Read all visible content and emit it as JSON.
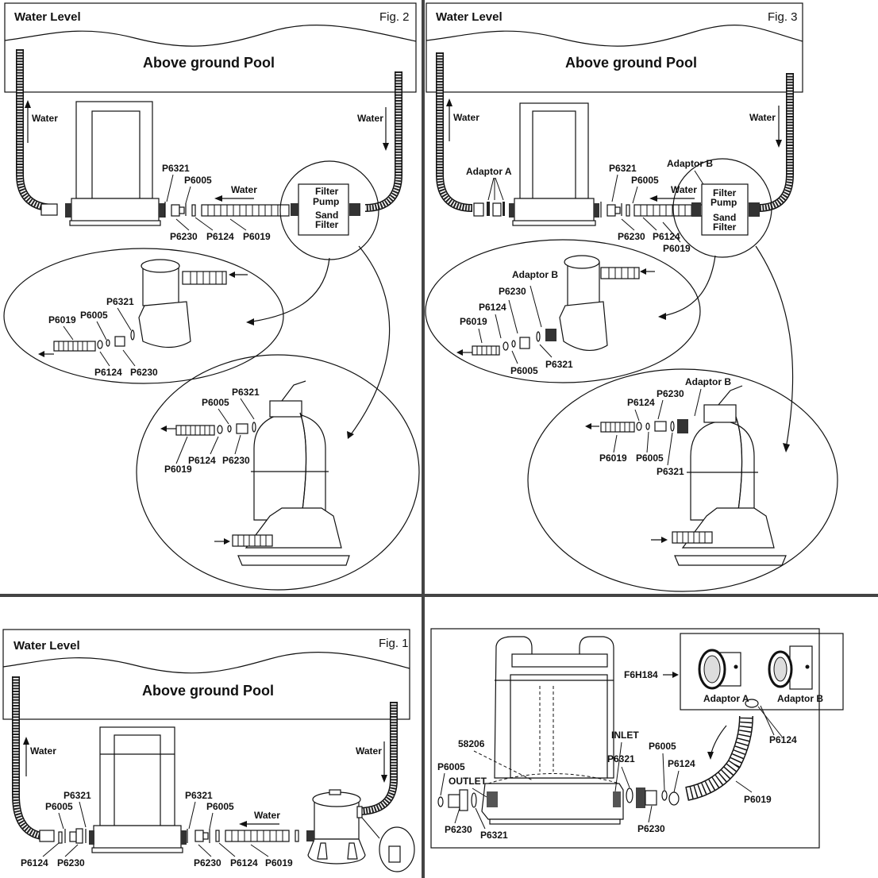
{
  "figures": {
    "fig2": {
      "water_level": "Water Level",
      "fig_label": "Fig. 2",
      "pool_label": "Above ground Pool",
      "water_left": "Water",
      "water_right": "Water",
      "water_mid": "Water",
      "box_lines": [
        "Filter",
        "Pump",
        "Sand",
        "Filter"
      ],
      "parts_main": {
        "p6321": "P6321",
        "p6005": "P6005",
        "p6230": "P6230",
        "p6124": "P6124",
        "p6019": "P6019"
      },
      "inset_pump": {
        "p6321": "P6321",
        "p6005": "P6005",
        "p6019": "P6019",
        "p6124": "P6124",
        "p6230": "P6230"
      },
      "inset_sand": {
        "p6321": "P6321",
        "p6005": "P6005",
        "p6124": "P6124",
        "p6230": "P6230",
        "p6019": "P6019"
      }
    },
    "fig3": {
      "water_level": "Water Level",
      "fig_label": "Fig. 3",
      "pool_label": "Above ground Pool",
      "water_left": "Water",
      "water_right": "Water",
      "water_mid": "Water",
      "box_lines": [
        "Filter",
        "Pump",
        "Sand",
        "Filter"
      ],
      "adaptor_a": "Adaptor A",
      "adaptor_b": "Adaptor B",
      "parts_main": {
        "p6321": "P6321",
        "p6005": "P6005",
        "p6230": "P6230",
        "p6124": "P6124",
        "p6019": "P6019"
      },
      "inset_pump": {
        "adaptor_b": "Adaptor B",
        "p6230": "P6230",
        "p6124": "P6124",
        "p6019": "P6019",
        "p6005": "P6005",
        "p6321": "P6321"
      },
      "inset_sand": {
        "adaptor_b": "Adaptor B",
        "p6230": "P6230",
        "p6124": "P6124",
        "p6019": "P6019",
        "p6005": "P6005",
        "p6321": "P6321"
      }
    },
    "fig1": {
      "water_level": "Water Level",
      "fig_label": "Fig. 1",
      "pool_label": "Above ground Pool",
      "water_left": "Water",
      "water_right": "Water",
      "water_mid": "Water",
      "parts_left": {
        "p6321": "P6321",
        "p6005": "P6005",
        "p6124": "P6124",
        "p6230": "P6230"
      },
      "parts_right": {
        "p6321": "P6321",
        "p6005": "P6005",
        "p6230": "P6230",
        "p6124": "P6124",
        "p6019": "P6019"
      }
    },
    "exploded": {
      "cartridge": "58206",
      "outlet": "OUTLET",
      "inlet": "INLET",
      "adaptor_kit": "F6H184",
      "adaptor_a": "Adaptor A",
      "adaptor_b": "Adaptor B",
      "left_parts": {
        "p6005": "P6005",
        "p6230": "P6230",
        "p6321": "P6321"
      },
      "right_parts": {
        "p6321": "P6321",
        "p6005": "P6005",
        "p6124": "P6124",
        "p6230": "P6230",
        "p6124_top": "P6124",
        "p6019": "P6019"
      }
    }
  }
}
